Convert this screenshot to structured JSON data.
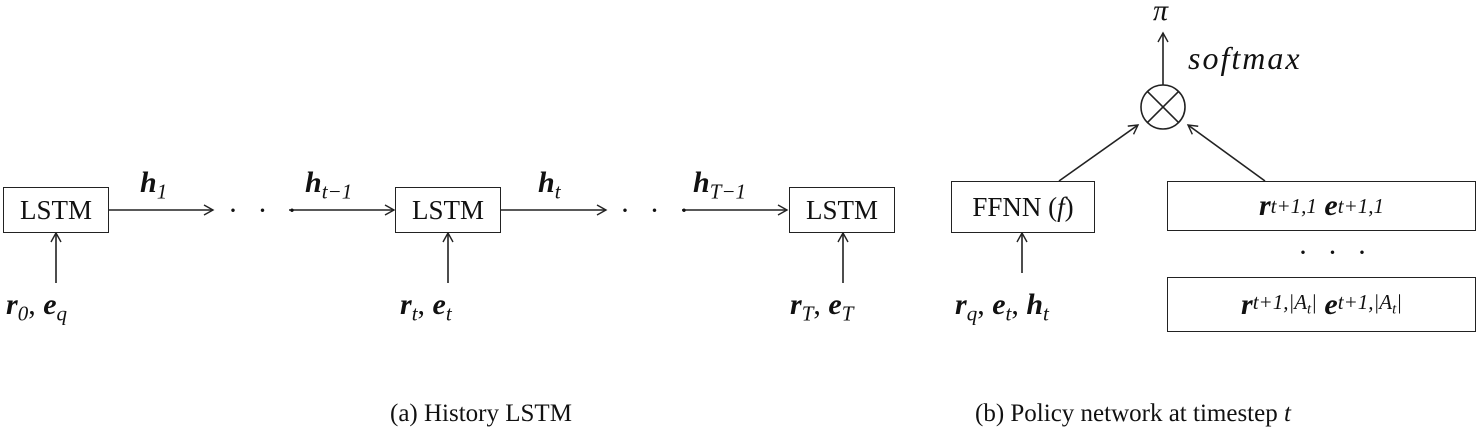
{
  "panel_a": {
    "caption": "(a) History LSTM",
    "cells": [
      {
        "label": "LSTM",
        "input_var1": "r",
        "input_sub1": "0",
        "input_var2": "e",
        "input_sub2": "q"
      },
      {
        "label": "LSTM",
        "input_var1": "r",
        "input_sub1": "t",
        "input_var2": "e",
        "input_sub2": "t"
      },
      {
        "label": "LSTM",
        "input_var1": "r",
        "input_sub1": "T",
        "input_var2": "e",
        "input_sub2": "T"
      }
    ],
    "hidden": [
      {
        "var": "h",
        "sub": "1"
      },
      {
        "var": "h",
        "sub": "t−1"
      },
      {
        "var": "h",
        "sub": "t"
      },
      {
        "var": "h",
        "sub": "T−1"
      }
    ],
    "ellipsis": "· · ·"
  },
  "panel_b": {
    "caption_prefix": "(b) Policy network at timestep ",
    "caption_var": "t",
    "ffnn_label": "FFNN (",
    "ffnn_var": "f",
    "ffnn_close": ")",
    "ffnn_inputs": [
      {
        "var": "r",
        "sub": "q"
      },
      {
        "var": "e",
        "sub": "t"
      },
      {
        "var": "h",
        "sub": "t"
      }
    ],
    "action_first": {
      "r": "r",
      "r_sub": "t+1,1",
      "e": "e",
      "e_sub": "t+1,1"
    },
    "action_last": {
      "r": "r",
      "r_sub": "t+1,|A",
      "r_sub2": "t",
      "r_sub3": "|",
      "e": "e",
      "e_sub": "t+1,|A",
      "e_sub2": "t",
      "e_sub3": "|"
    },
    "ellipsis": "· · ·",
    "operator": "⊗",
    "operator_label": "softmax",
    "output": "π"
  }
}
